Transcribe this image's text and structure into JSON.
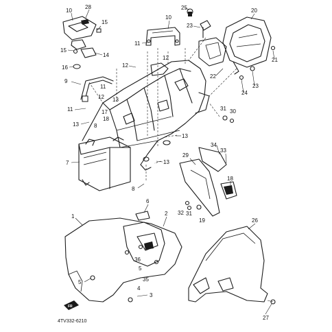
{
  "diagram": {
    "drawing_code": "4TV332-6210",
    "fr_marker": "FR",
    "callouts": [
      {
        "id": "c10a",
        "label": "10"
      },
      {
        "id": "c28",
        "label": "28"
      },
      {
        "id": "c15a",
        "label": "15"
      },
      {
        "id": "c15b",
        "label": "15"
      },
      {
        "id": "c14",
        "label": "14"
      },
      {
        "id": "c16",
        "label": "16"
      },
      {
        "id": "c10b",
        "label": "10"
      },
      {
        "id": "c11a",
        "label": "11"
      },
      {
        "id": "c12a",
        "label": "12"
      },
      {
        "id": "c12b",
        "label": "12"
      },
      {
        "id": "c9",
        "label": "9"
      },
      {
        "id": "c11b",
        "label": "11"
      },
      {
        "id": "c12c",
        "label": "12"
      },
      {
        "id": "c13a",
        "label": "13"
      },
      {
        "id": "c11c",
        "label": "11"
      },
      {
        "id": "c13b",
        "label": "13"
      },
      {
        "id": "c17",
        "label": "17"
      },
      {
        "id": "c18",
        "label": "18"
      },
      {
        "id": "c8a",
        "label": "8"
      },
      {
        "id": "c13c",
        "label": "13"
      },
      {
        "id": "c7",
        "label": "7"
      },
      {
        "id": "c13d",
        "label": "13"
      },
      {
        "id": "c8b",
        "label": "8"
      },
      {
        "id": "c25",
        "label": "25"
      },
      {
        "id": "c20",
        "label": "20"
      },
      {
        "id": "c23a",
        "label": "23"
      },
      {
        "id": "c22",
        "label": "22"
      },
      {
        "id": "c21",
        "label": "21"
      },
      {
        "id": "c23b",
        "label": "23"
      },
      {
        "id": "c24",
        "label": "24"
      },
      {
        "id": "c31a",
        "label": "31"
      },
      {
        "id": "c30",
        "label": "30"
      },
      {
        "id": "c34",
        "label": "34"
      },
      {
        "id": "c33",
        "label": "33"
      },
      {
        "id": "c29",
        "label": "29"
      },
      {
        "id": "c18b",
        "label": "18"
      },
      {
        "id": "c32",
        "label": "32"
      },
      {
        "id": "c31b",
        "label": "31"
      },
      {
        "id": "c19",
        "label": "19"
      },
      {
        "id": "c6",
        "label": "6"
      },
      {
        "id": "c1",
        "label": "1"
      },
      {
        "id": "c2",
        "label": "2"
      },
      {
        "id": "c26",
        "label": "26"
      },
      {
        "id": "c36",
        "label": "36"
      },
      {
        "id": "c5a",
        "label": "5"
      },
      {
        "id": "c35",
        "label": "35"
      },
      {
        "id": "c5b",
        "label": "5"
      },
      {
        "id": "c4",
        "label": "4"
      },
      {
        "id": "c3",
        "label": "3"
      },
      {
        "id": "c27",
        "label": "27"
      }
    ]
  }
}
